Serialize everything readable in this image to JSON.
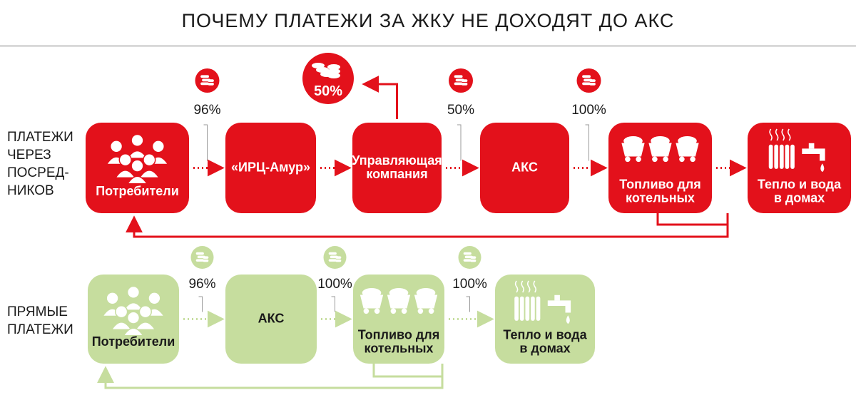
{
  "title": "ПОЧЕМУ ПЛАТЕЖИ ЗА ЖКУ НЕ ДОХОДЯТ ДО АКС",
  "colors": {
    "red": "#e3111b",
    "green": "#c6dd9e",
    "line_gray": "#9a9a9a"
  },
  "rows": [
    {
      "label": "ПЛАТЕЖИ\nЧЕРЕЗ\nПОСРЕД-\nНИКОВ",
      "nodes": [
        {
          "id": "consumers",
          "text": "Потребители",
          "icon": "people-icon"
        },
        {
          "id": "irc",
          "text": "«ИРЦ-Амур»",
          "icon": ""
        },
        {
          "id": "uk",
          "text": "Управляющая\nкомпания",
          "icon": ""
        },
        {
          "id": "aks",
          "text": "АКС",
          "icon": ""
        },
        {
          "id": "fuel",
          "text": "Топливо для\nкотельных",
          "icon": "coal-carts-icon"
        },
        {
          "id": "heat",
          "text": "Тепло и вода\nв домах",
          "icon": "radiator-tap-icon"
        }
      ],
      "transfers": [
        {
          "value": "96%",
          "between": [
            0,
            1
          ]
        },
        {
          "value": "50%",
          "between": [
            2,
            3
          ]
        },
        {
          "value": "100%",
          "between": [
            3,
            4
          ]
        }
      ],
      "diverted": {
        "value": "50%",
        "from": 2
      }
    },
    {
      "label": "ПРЯМЫЕ\nПЛАТЕЖИ",
      "nodes": [
        {
          "id": "consumers",
          "text": "Потребители",
          "icon": "people-icon"
        },
        {
          "id": "aks",
          "text": "АКС",
          "icon": ""
        },
        {
          "id": "fuel",
          "text": "Топливо для\nкотельных",
          "icon": "coal-carts-icon"
        },
        {
          "id": "heat",
          "text": "Тепло и вода\nв домах",
          "icon": "radiator-tap-icon"
        }
      ],
      "transfers": [
        {
          "value": "96%",
          "between": [
            0,
            1
          ]
        },
        {
          "value": "100%",
          "between": [
            1,
            2
          ]
        },
        {
          "value": "100%",
          "between": [
            2,
            3
          ]
        }
      ]
    }
  ]
}
